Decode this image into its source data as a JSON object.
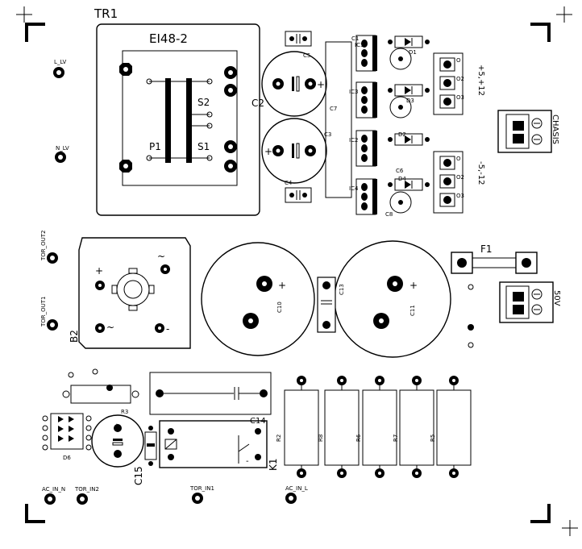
{
  "labels": {
    "tr1": "TR1",
    "ei48": "EI48-2",
    "s2": "S2",
    "s1": "S1",
    "p1": "P1",
    "c2": "C2",
    "c3": "C3",
    "c4": "C4",
    "c5": "C5",
    "c6": "C6",
    "c7": "C7",
    "c8": "C8",
    "c1": "C1",
    "ic1": "IC1",
    "ic2": "IC2",
    "ic3": "IC3",
    "ic4": "IC4",
    "d1": "D1",
    "d2": "D2",
    "d3": "D3",
    "d4": "D4",
    "d6": "D6",
    "plus5_12": "+5,+12",
    "minus5_12": "-5,-12",
    "chasis": "CHASIS",
    "f1": "F1",
    "v50": "50V",
    "b2": "B2",
    "c10": "C10",
    "c11": "C11",
    "c13": "C13",
    "c14": "C14",
    "c15": "C15",
    "k1": "K1",
    "r2": "R2",
    "r3": "R3",
    "r5": "R5",
    "r6": "R6",
    "r7": "R7",
    "r8": "R8",
    "l_lv": "L_LV",
    "n_lv": "N_LV",
    "tor_out1": "TOR_OUT1",
    "tor_out2": "TOR_OUT2",
    "ac_in_n": "AC_IN_N",
    "tor_in2": "TOR_IN2",
    "tor_in1": "TOR_IN1",
    "ac_in_l": "AC_IN_L",
    "o1": "O",
    "o2": "O2",
    "o3": "O3",
    "plus": "+",
    "minus": "-",
    "tilde": "~"
  }
}
